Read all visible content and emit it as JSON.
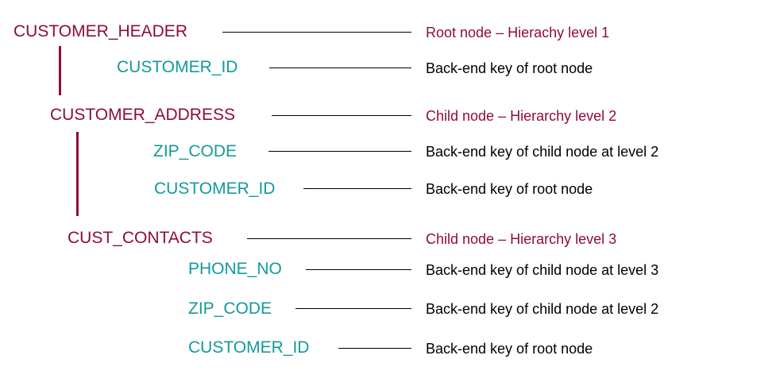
{
  "colors": {
    "entity": "#8e0b40",
    "key": "#139a9a",
    "description": "#000000",
    "connector": "#000000"
  },
  "rows": [
    {
      "node": "CUSTOMER_HEADER",
      "description": "Root node – Hierachy level 1"
    },
    {
      "node": "CUSTOMER_ID",
      "description": "Back-end key of root node"
    },
    {
      "node": "CUSTOMER_ADDRESS",
      "description": "Child node – Hierarchy level 2"
    },
    {
      "node": "ZIP_CODE",
      "description": "Back-end key of child node at level 2"
    },
    {
      "node": "CUSTOMER_ID",
      "description": "Back-end key of root node"
    },
    {
      "node": "CUST_CONTACTS",
      "description": "Child node – Hierarchy level 3"
    },
    {
      "node": "PHONE_NO",
      "description": "Back-end key of child node at level 3"
    },
    {
      "node": "ZIP_CODE",
      "description": "Back-end key of child node at level 2"
    },
    {
      "node": "CUSTOMER_ID",
      "description": "Back-end key of root node"
    }
  ]
}
